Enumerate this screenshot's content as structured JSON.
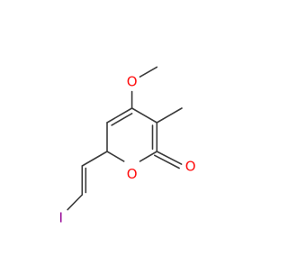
{
  "molecule": {
    "atom_labels": {
      "methoxy_oxygen": "O",
      "ring_oxygen": "O",
      "carbonyl_oxygen": "O",
      "iodine": "I"
    },
    "colors": {
      "bond": "#3a3a3a",
      "oxygen": "#ff0d0d",
      "iodine": "#940094",
      "background": "#ffffff"
    }
  }
}
